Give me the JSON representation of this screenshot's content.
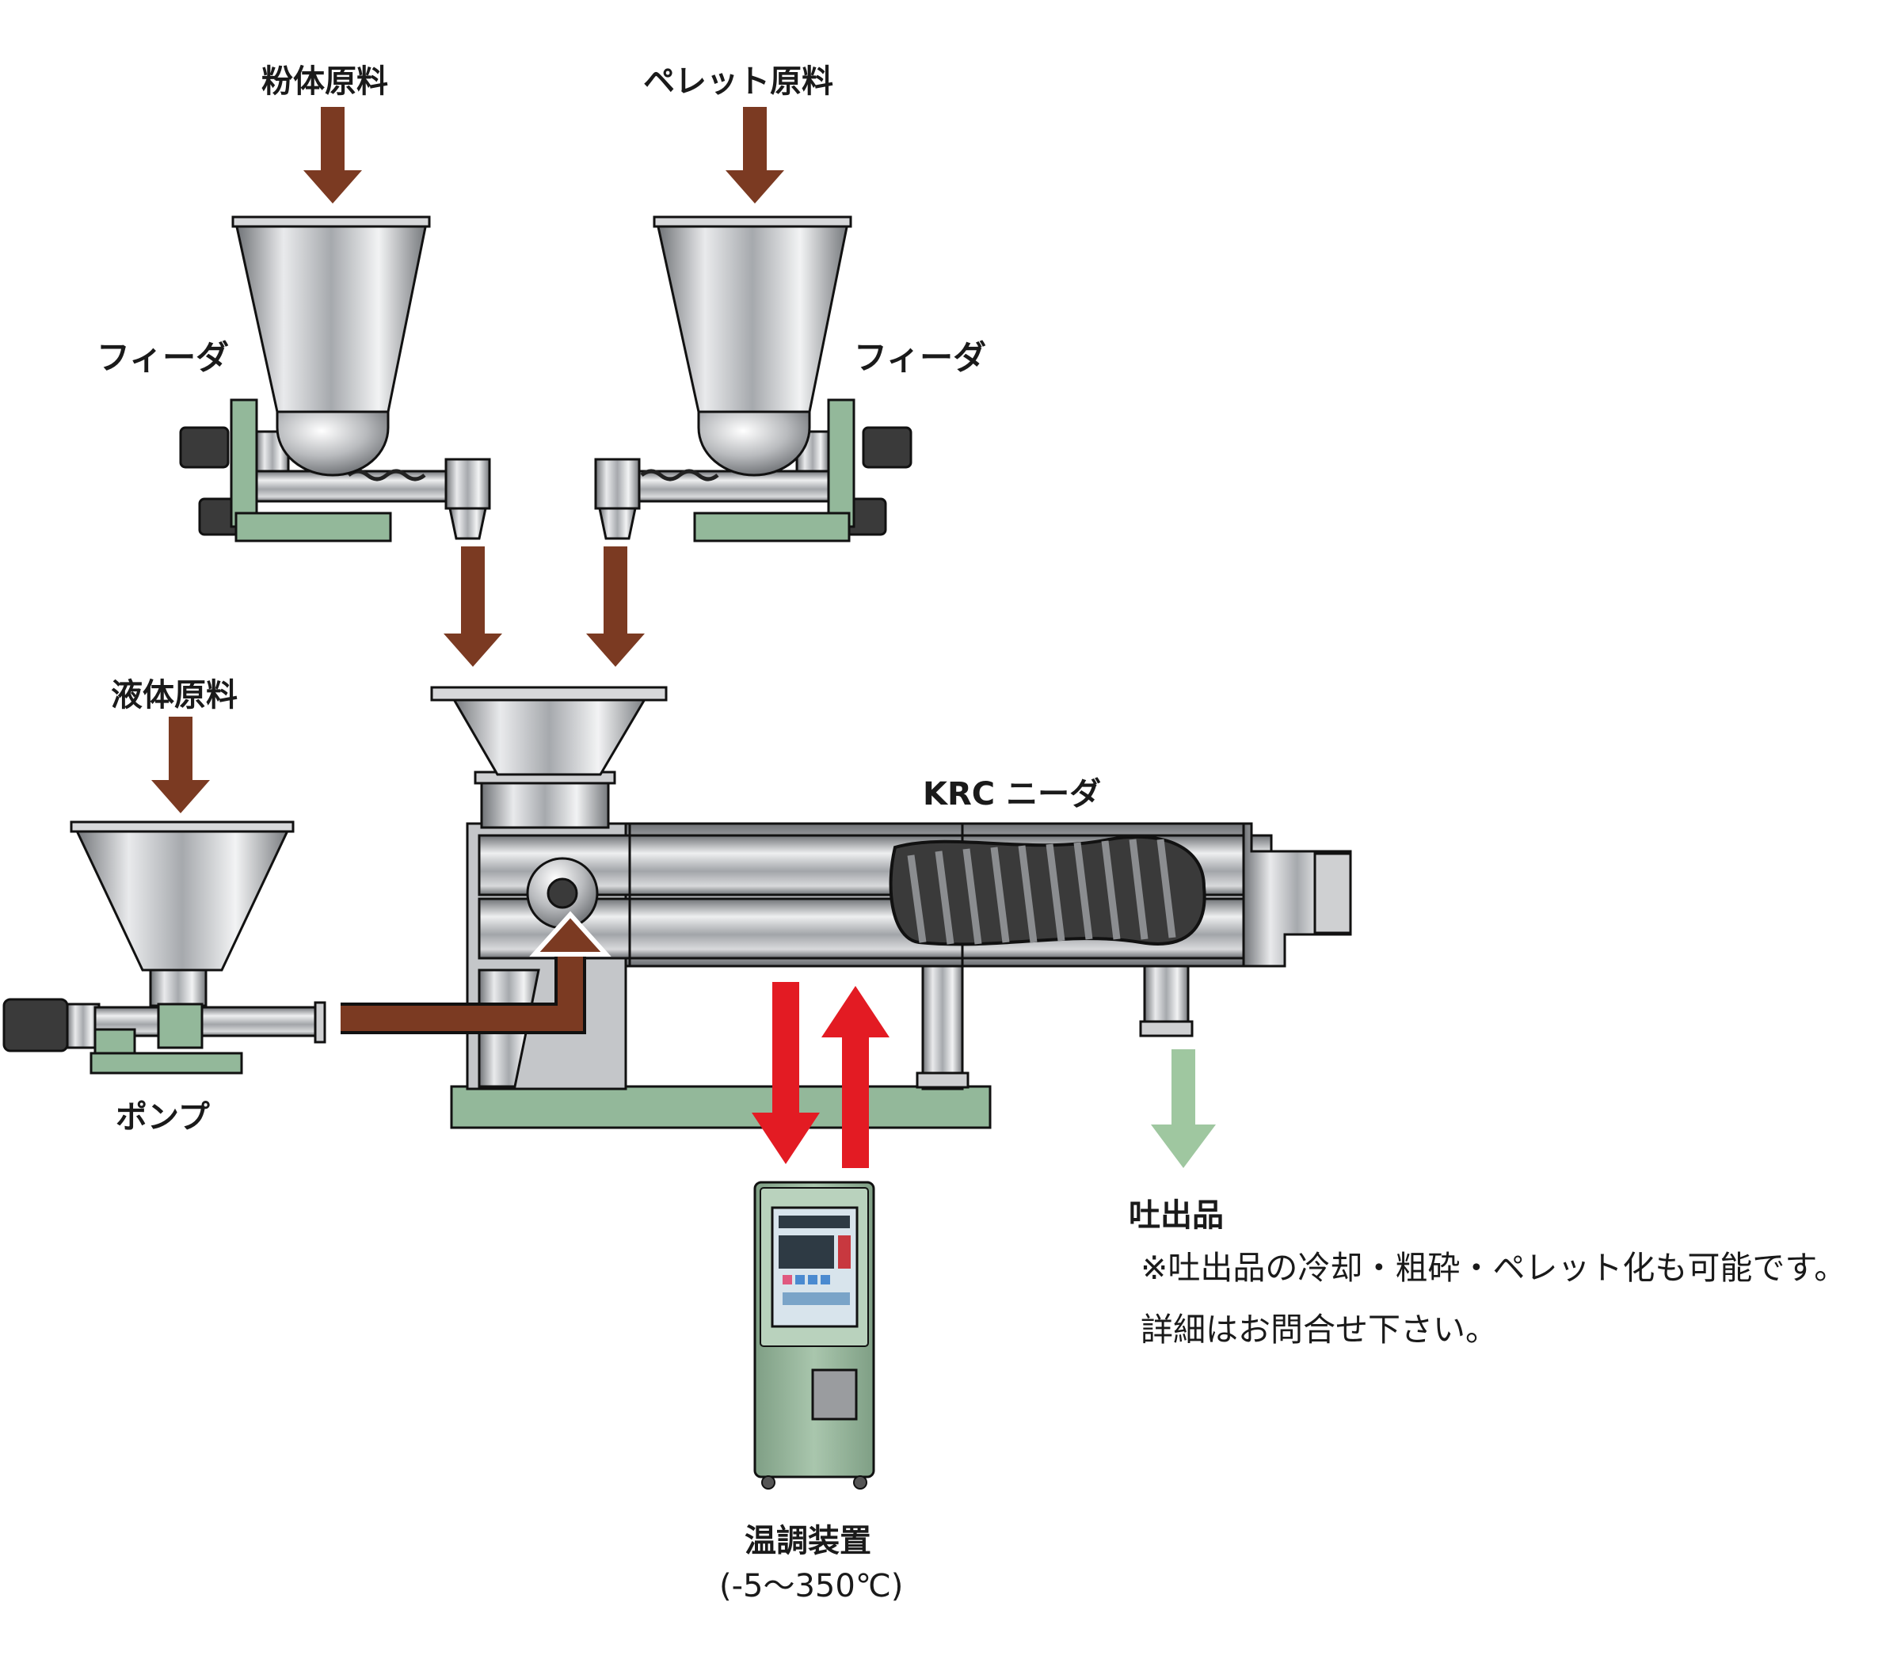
{
  "labels": {
    "powder": "粉体原料",
    "pellet": "ペレット原料",
    "feeder_left": "フィーダ",
    "feeder_right": "フィーダ",
    "liquid": "液体原料",
    "pump": "ポンプ",
    "kneader": "KRC ニーダ",
    "product": "吐出品",
    "note_line1": "※吐出品の冷却・粗砕・ペレット化も可能です。",
    "note_line2": "詳細はお問合せ下さい。",
    "temp_unit": "温調装置",
    "temp_range": "(-5〜350℃)"
  },
  "colors": {
    "material_arrow": "#7b3a22",
    "heat_arrow": "#e31b23",
    "product_arrow": "#9fc7a0",
    "frame_green": "#93b89a",
    "steel": "#b7b9bc"
  }
}
